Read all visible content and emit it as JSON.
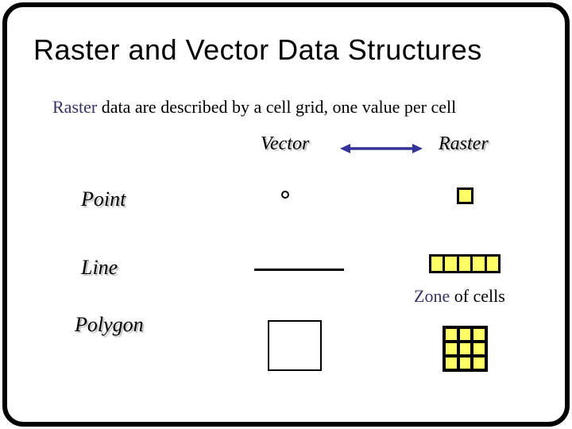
{
  "slide": {
    "title": "Raster and Vector Data Structures",
    "subtitle": {
      "highlight": "Raster",
      "rest": " data are described by a cell grid, one value per cell"
    },
    "column_headers": {
      "vector": "Vector",
      "raster": "Raster"
    },
    "row_labels": {
      "point": "Point",
      "line": "Line",
      "polygon": "Polygon"
    },
    "zone_note": {
      "highlight": "Zone",
      "rest": " of cells"
    },
    "grids": {
      "raster_line": {
        "rows": 1,
        "cols": 5
      },
      "raster_polygon": {
        "rows": 3,
        "cols": 3
      }
    },
    "colors": {
      "highlight_text": "#333366",
      "arrow": "#333399",
      "cell_fill": "#FFFF66",
      "cell_border": "#000000",
      "frame": "#000000"
    }
  }
}
